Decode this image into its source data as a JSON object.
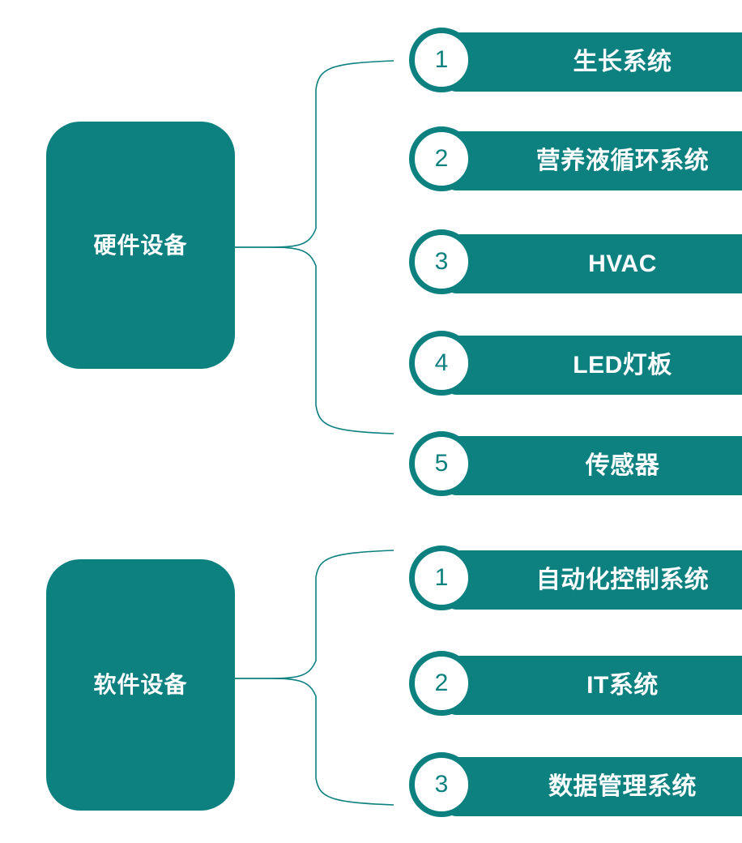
{
  "diagram": {
    "type": "bracket-list",
    "accent_color": "#0d8180",
    "text_color": "#ffffff",
    "background_color": "#ffffff",
    "groups": [
      {
        "id": "hardware",
        "category_label": "硬件设备",
        "items": [
          {
            "number": "1",
            "label": "生长系统"
          },
          {
            "number": "2",
            "label": "营养液循环系统"
          },
          {
            "number": "3",
            "label": "HVAC"
          },
          {
            "number": "4",
            "label": "LED灯板"
          },
          {
            "number": "5",
            "label": "传感器"
          }
        ]
      },
      {
        "id": "software",
        "category_label": "软件设备",
        "items": [
          {
            "number": "1",
            "label": "自动化控制系统"
          },
          {
            "number": "2",
            "label": "IT系统"
          },
          {
            "number": "3",
            "label": "数据管理系统"
          }
        ]
      }
    ]
  }
}
